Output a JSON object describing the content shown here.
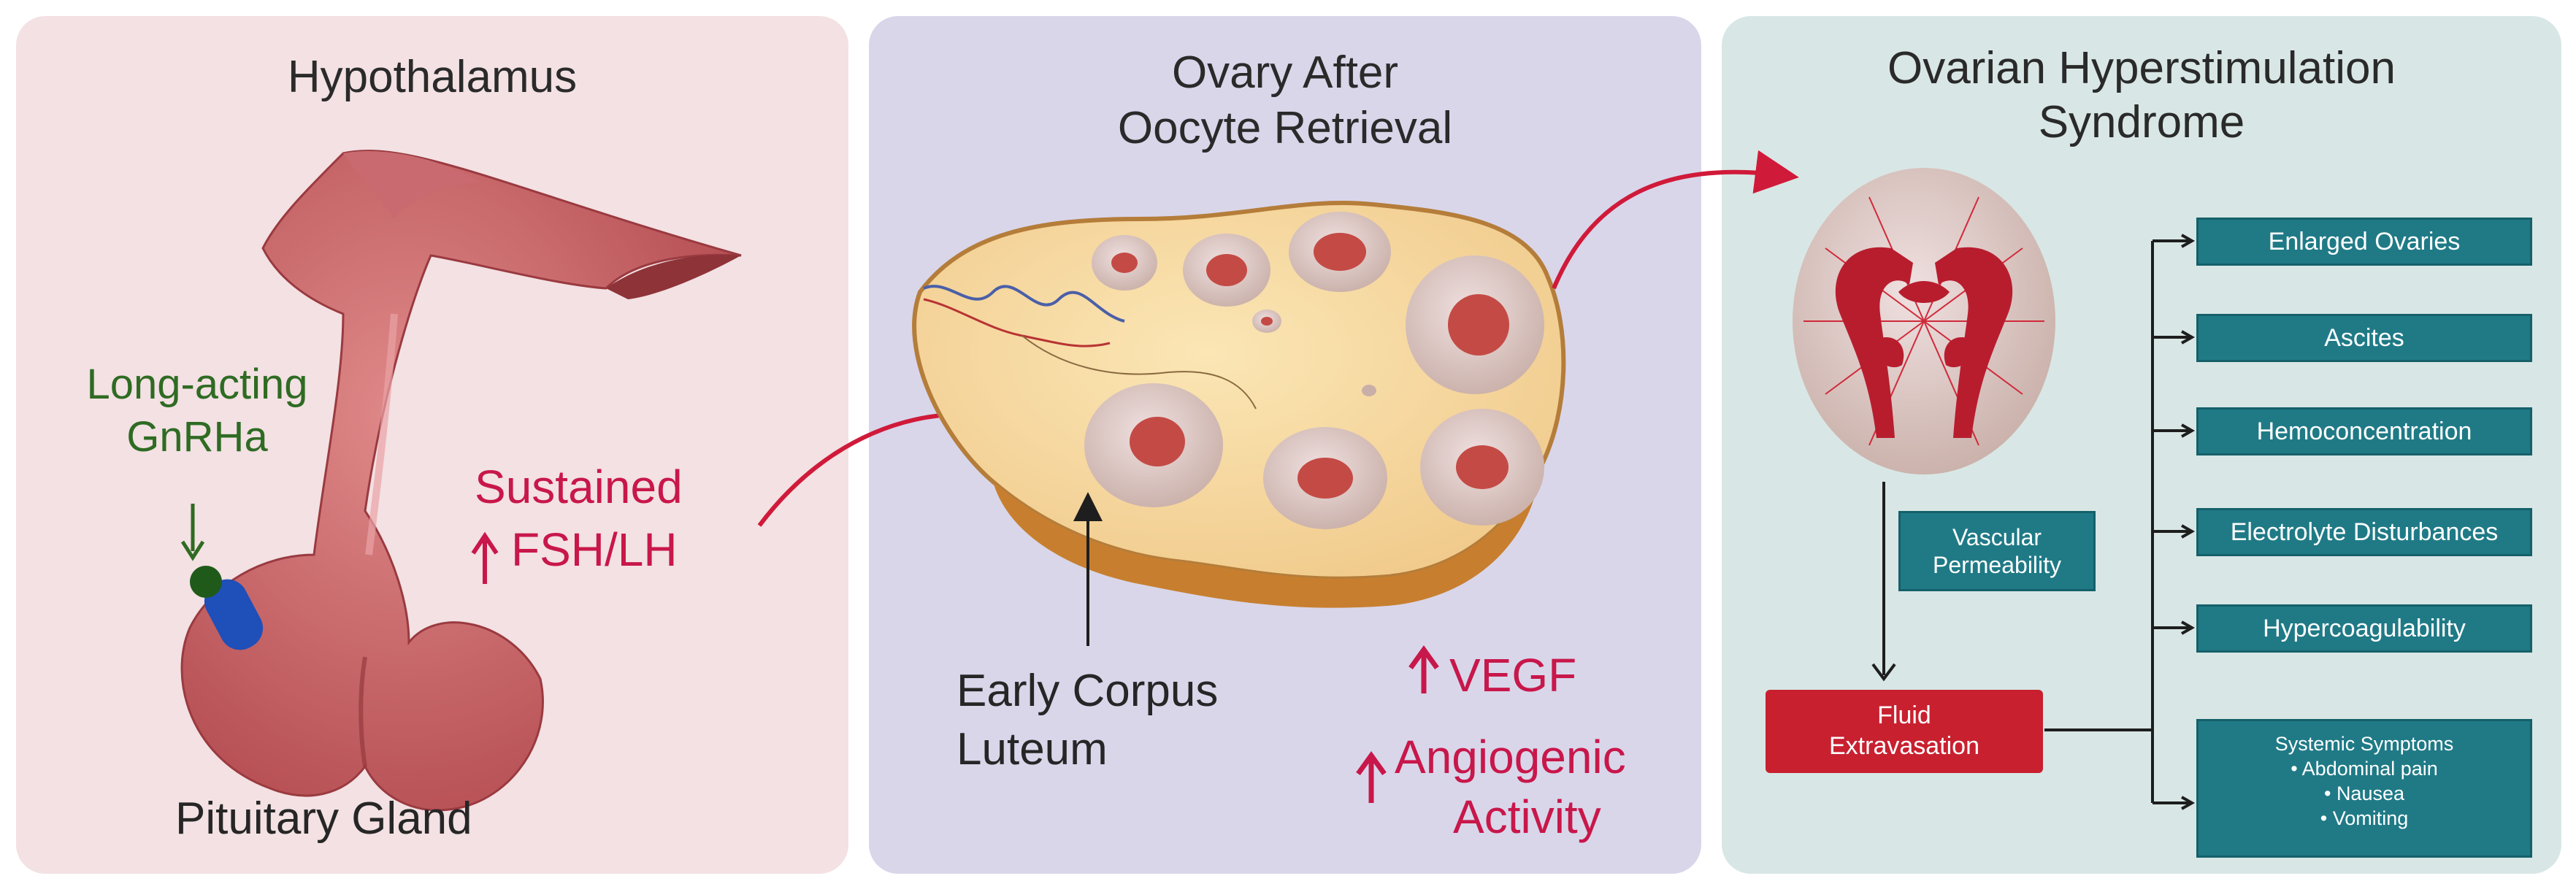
{
  "panels": {
    "hypothalamus": {
      "title": "Hypothalamus",
      "bottom_label": "Pituitary Gland",
      "drug_label_line1": "Long-acting",
      "drug_label_line2": "GnRHa",
      "effect_line1": "Sustained",
      "effect_line2": "FSH/LH"
    },
    "ovary": {
      "title_line1": "Ovary After",
      "title_line2": "Oocyte Retrieval",
      "corpus_line1": "Early Corpus",
      "corpus_line2": "Luteum",
      "vegf": "VEGF",
      "angio_line1": "Angiogenic",
      "angio_line2": "Activity"
    },
    "ohss": {
      "title_line1": "Ovarian Hyperstimulation",
      "title_line2": "Syndrome",
      "vascular_line1": "Vascular",
      "vascular_line2": "Permeability",
      "fluid_line1": "Fluid",
      "fluid_line2": "Extravasation",
      "outcomes": [
        "Enlarged Ovaries",
        "Ascites",
        "Hemoconcentration",
        "Electrolyte Disturbances",
        "Hypercoagulability"
      ],
      "systemic_title": "Systemic Symptoms",
      "systemic_items": [
        "• Abdominal pain",
        "• Nausea",
        "• Vomiting"
      ]
    }
  },
  "colors": {
    "panel1": "#f3e1e3",
    "panel2": "#d9d6ea",
    "panel3": "#d8e7e5",
    "accent_red": "#c8174a",
    "teal": "#1f7a86",
    "green": "#2f6b23",
    "drug_blue": "#1f4fb8"
  }
}
